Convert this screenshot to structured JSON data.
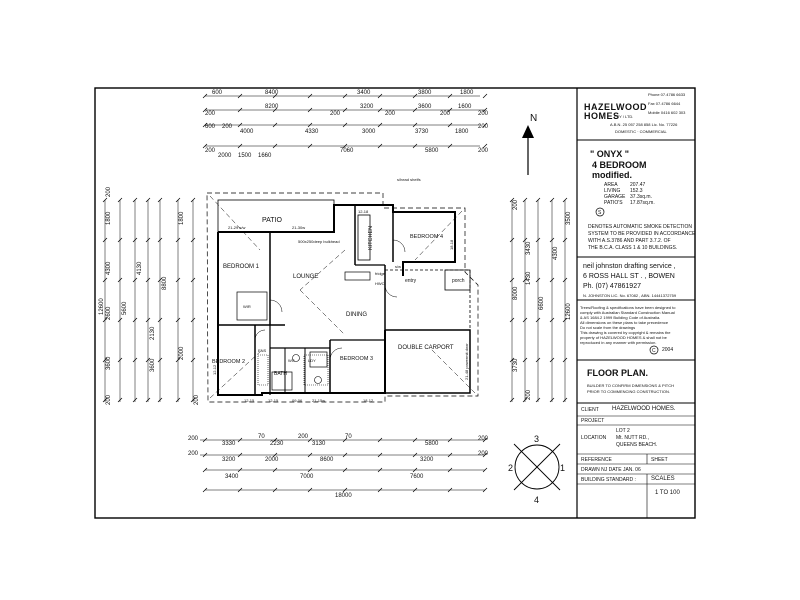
{
  "company": {
    "name_line1": "HAZELWOOD",
    "name_line2": "HOMES",
    "name_suffix": "PTY / LTD.",
    "phone": "Phone 07.4786 6633",
    "fax": "Fax 07.4786 6644",
    "mobile": "Mobile 0416 602 303",
    "abn": "A.B.N. 25 057 258 858 Lic. No. 77226",
    "types": "DOMESTIC · COMMERCIAL"
  },
  "design": {
    "name": "\" ONYX \"",
    "desc_line1": "4 BEDROOM",
    "desc_line2": "modified.",
    "areas": [
      {
        "label": "AREA",
        "value": "207.47"
      },
      {
        "label": "LIVING",
        "value": "152.3"
      },
      {
        "label": "GARAGE",
        "value": "37.3sq.m."
      },
      {
        "label": "PATIO'S",
        "value": "17.87sq.m."
      }
    ]
  },
  "smoke_note": {
    "symbol": "S",
    "lines": [
      "DENOTES AUTOMATIC SMOKE DETECTION",
      "SYSTEM TO BE PROVIDED IN ACCORDANCE",
      "WITH A.S.3786 AND PART 3.7.2. OF",
      "THE B.C.A. CLASS 1 & 10 BUILDINGS."
    ]
  },
  "drafting": {
    "line1": "neil johnston drafting service ,",
    "line2": "6 ROSS HALL ST . , BOWEN",
    "line3": "Ph. (07) 47861927",
    "lic": "N. JOHNSTON LIC. No. 67082 , ABN. 14441372759"
  },
  "copyright": {
    "lines": [
      "Trees/Roofing & specifications have been designed to",
      "comply with Australian Standard Construction Manual",
      "& AS 1684.2 1999 Building Code of Australia.",
      "All dimensions on these plans to take precedence",
      "Do not scale from the drawings",
      "This drawing is covered by copyright & remains the",
      "property of HAZELWOOD HOMES & shall not be",
      "reproduced in any manner with permission."
    ],
    "year": "2004",
    "symbol": "C"
  },
  "plan_title": "FLOOR PLAN.",
  "builder_note": [
    "BUILDER TO CONFIRM DIMENSIONS & PITCH",
    "PRIOR TO COMMENCING CONSTRUCTION."
  ],
  "client": {
    "label": "CLIENT",
    "value": "HAZELWOOD HOMES."
  },
  "project": {
    "label": "PROJECT"
  },
  "location": {
    "label": "LOCATION",
    "lines": [
      "LOT 2",
      "Mt. NUTT RD.,",
      "QUEENS BEACH."
    ]
  },
  "reference": {
    "label": "REFERENCE",
    "sheet_label": "SHEET"
  },
  "drawn": "DRAWN  NJ  DATE  JAN. 06",
  "building_standard": "BUILDING STANDARD :",
  "scales": {
    "label": "SCALES",
    "value": "1 TO 100"
  },
  "sections": {
    "n1": "1",
    "n2": "2",
    "n3": "3",
    "n4": "4"
  },
  "north": "N",
  "rooms": {
    "patio": "PATIO",
    "bed1": "BEDROOM 1",
    "lounge": "LOUNGE",
    "kitchen": "KITCHEN",
    "bed4": "BEDROOM 4",
    "dining": "DINING",
    "entry": "entry",
    "porch": "porch",
    "bed2": "BEDROOM 2",
    "bath": "BATH",
    "bed3": "BEDROOM 3",
    "carport": "DOUBLE CARPORT",
    "shelf": "s/head shelfs",
    "bulkhead": "500x250deep bulkhead",
    "fridge": "fridge",
    "hwc": "HWC",
    "wc": "WC",
    "ldy": "LDY",
    "ens": "ENS",
    "wir": "WIR",
    "sw": "s/w",
    "powermit": "21-48 powermit door"
  },
  "dims_top": [
    [
      "600",
      "8400",
      "3400",
      "3800",
      "1800"
    ],
    [
      "200",
      "8200",
      "200",
      "3200",
      "200",
      "3600",
      "200",
      "1600",
      "200"
    ],
    [
      "600",
      "200",
      "4000",
      "4330",
      "3000",
      "3730",
      "1800",
      "200"
    ],
    [
      "200",
      "2000",
      "1500",
      "1660",
      "7060",
      "5800",
      "200"
    ]
  ],
  "dims_bottom": [
    [
      "200",
      "3330",
      "70",
      "2230",
      "200",
      "3130",
      "70",
      "5800",
      "200"
    ],
    [
      "200",
      "3200",
      "2000",
      "8600",
      "3200",
      "200"
    ],
    [
      "3400",
      "7000",
      "7600"
    ],
    [
      "18000"
    ]
  ],
  "dims_left": [
    "200",
    "1800",
    "4300",
    "2600",
    "3600",
    "200",
    "12600",
    "5600",
    "4130",
    "8800",
    "1800",
    "2130",
    "3600",
    "2000",
    "200"
  ],
  "dims_right": [
    "200",
    "3500",
    "3430",
    "4300",
    "1430",
    "8000",
    "6600",
    "12600",
    "3730",
    "200"
  ],
  "window_codes": [
    "21-29 s/w",
    "21-30w",
    "12-18",
    "18-18",
    "12-15",
    "09-06",
    "21-15w",
    "18-12",
    "12-12",
    "12-15"
  ]
}
